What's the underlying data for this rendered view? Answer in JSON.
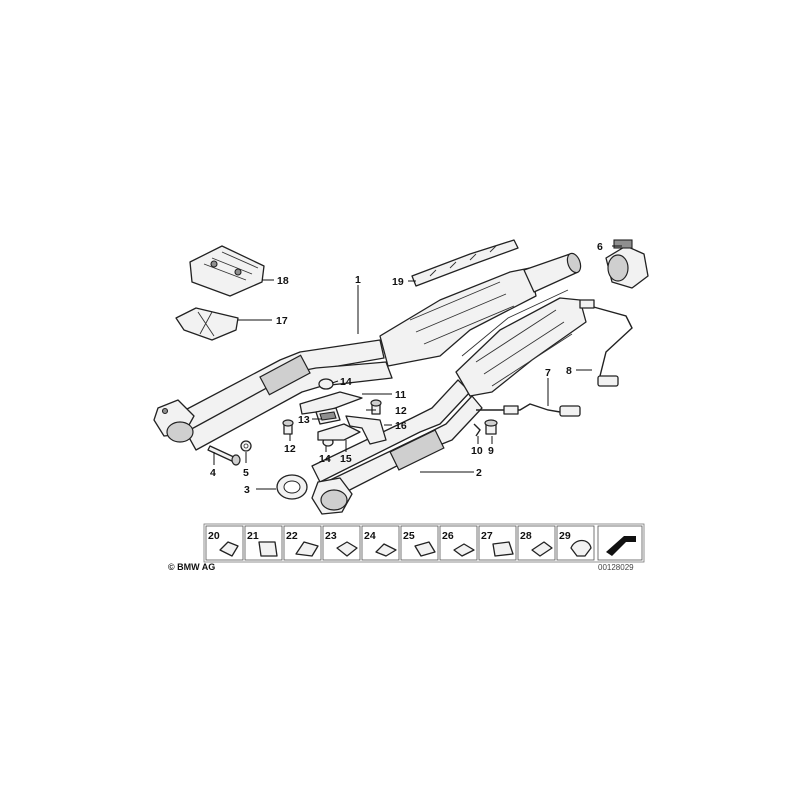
{
  "callouts": {
    "c1": "1",
    "c2": "2",
    "c3": "3",
    "c4": "4",
    "c5": "5",
    "c6": "6",
    "c7": "7",
    "c8": "8",
    "c9": "9",
    "c10": "10",
    "c11": "11",
    "c12a": "12",
    "c12b": "12",
    "c13": "13",
    "c14a": "14",
    "c14b": "14",
    "c15": "15",
    "c16": "16",
    "c17": "17",
    "c18": "18",
    "c19": "19"
  },
  "tray": {
    "labels": [
      "20",
      "21",
      "22",
      "23",
      "24",
      "25",
      "26",
      "27",
      "28",
      "29"
    ]
  },
  "footer": {
    "copyright": "© BMW AG",
    "diagram_number": "00128029"
  }
}
